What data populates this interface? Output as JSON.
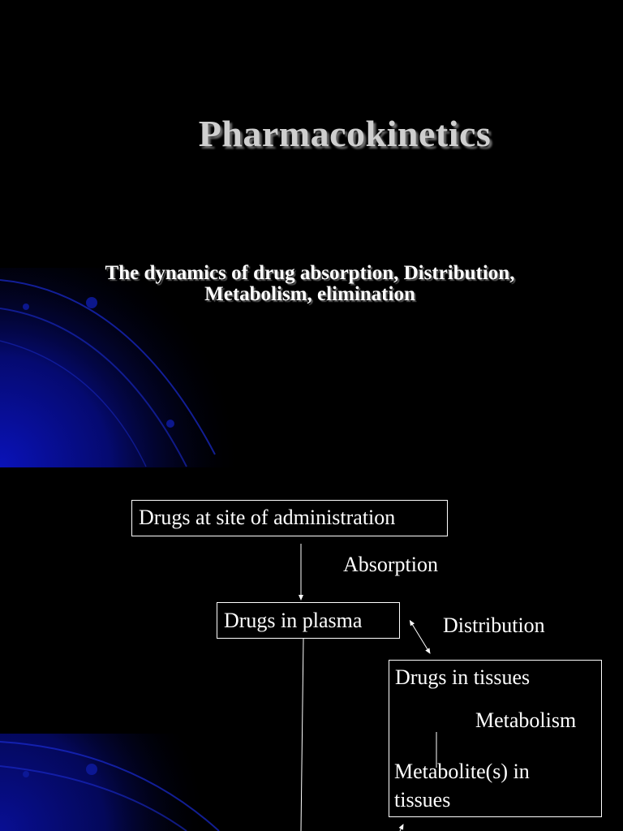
{
  "slide": {
    "title": "Pharmacokinetics",
    "subtitle_line1": "The dynamics of drug absorption, Distribution,",
    "subtitle_line2": "Metabolism, elimination"
  },
  "diagram": {
    "boxes": {
      "site": "Drugs at site of administration",
      "plasma": "Drugs in plasma",
      "tissues": "Drugs in tissues",
      "metabolite_line1": "Metabolite(s) in",
      "metabolite_line2": "tissues"
    },
    "labels": {
      "absorption": "Absorption",
      "distribution": "Distribution",
      "metabolism": "Metabolism"
    }
  },
  "colors": {
    "background": "#000000",
    "accent_blue": "#0a12a8",
    "title": "#cfcfcf",
    "line": "#ffffff"
  }
}
